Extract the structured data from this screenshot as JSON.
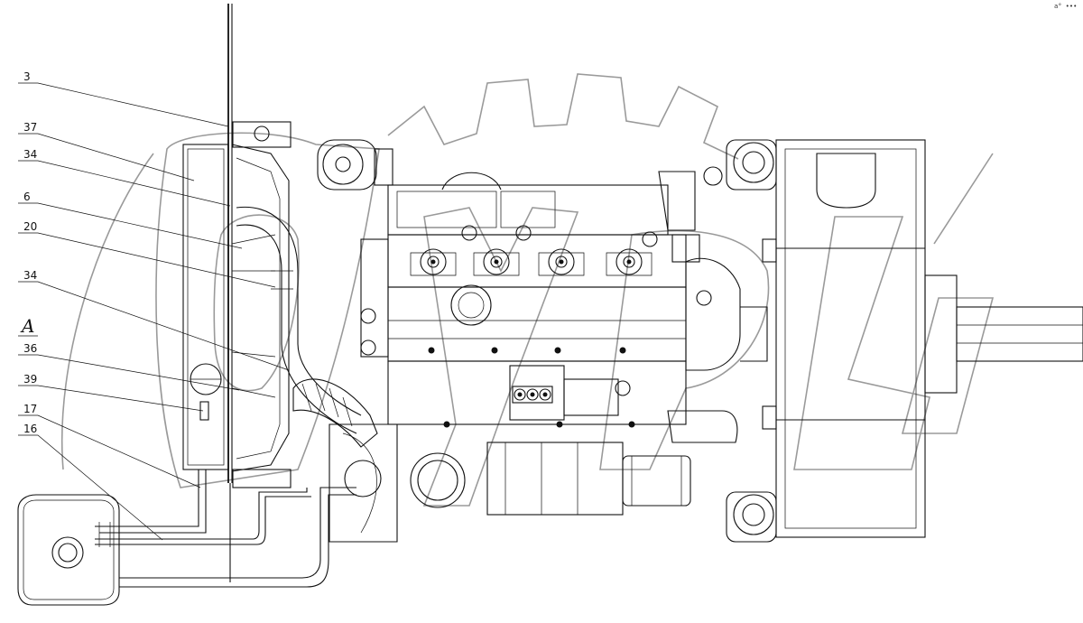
{
  "callouts": [
    {
      "id": "c3",
      "label": "3"
    },
    {
      "id": "c37",
      "label": "37"
    },
    {
      "id": "c34a",
      "label": "34"
    },
    {
      "id": "c6",
      "label": "6"
    },
    {
      "id": "c20",
      "label": "20"
    },
    {
      "id": "c34b",
      "label": "34"
    },
    {
      "id": "c36",
      "label": "36"
    },
    {
      "id": "c39",
      "label": "39"
    },
    {
      "id": "c17",
      "label": "17"
    },
    {
      "id": "c16",
      "label": "16"
    }
  ],
  "view_label": "A",
  "corner_mark": "a° •••",
  "colors": {
    "line": "#111111",
    "watermark": "#9a9a9a",
    "background": "#ffffff"
  }
}
